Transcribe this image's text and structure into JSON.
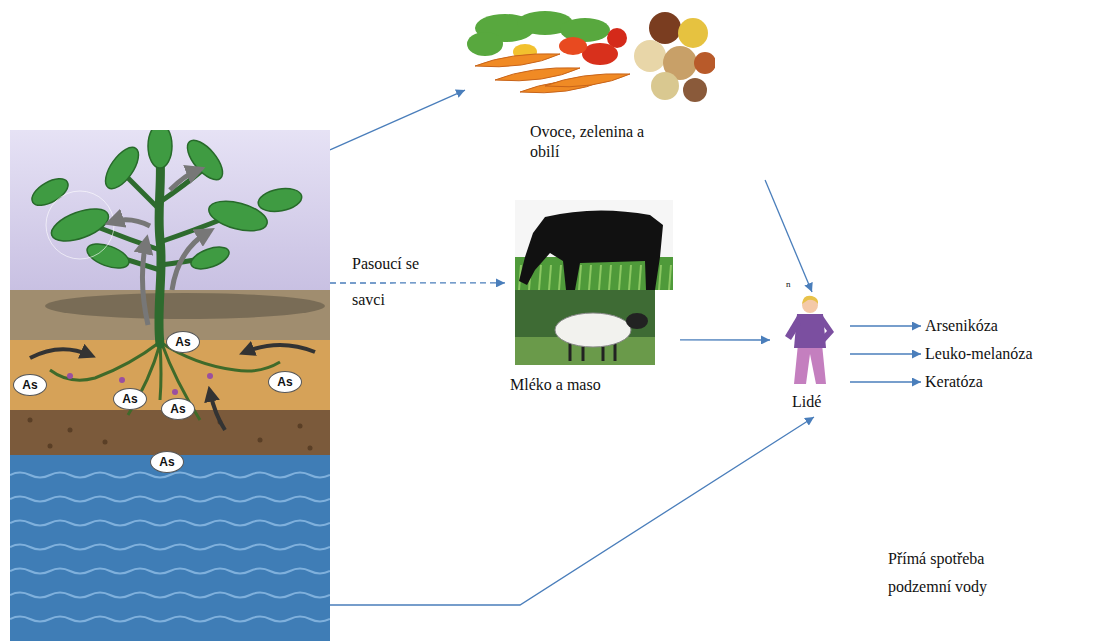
{
  "diagram": {
    "nodes": [
      {
        "text": [
          "As",
          "As",
          "As",
          "As",
          "As",
          "As"
        ]
      },
      {
        "text": [
          "Ovoce, zelenina a obilí"
        ]
      },
      {
        "text": [
          "Mléko a maso"
        ]
      },
      {
        "text": [
          "Lidé"
        ]
      },
      {
        "text": [
          "Arsenikóza"
        ]
      },
      {
        "text": [
          "Leuko-melanóza"
        ]
      },
      {
        "text": [
          "Keratóza"
        ]
      }
    ],
    "edges": [
      {
        "from": 0,
        "to": 1,
        "arrow": "to"
      },
      {
        "from": 1,
        "to": 3,
        "arrow": "to"
      },
      {
        "from": 0,
        "to": 2,
        "label": "Pasoucí se savci",
        "arrow": "to"
      },
      {
        "from": 2,
        "to": 3,
        "arrow": "to"
      },
      {
        "from": 0,
        "to": 3,
        "label": "Přímá spotřeba podzemní vody",
        "arrow": "to"
      },
      {
        "from": 3,
        "to": 4,
        "arrow": "to"
      },
      {
        "from": 3,
        "to": 5,
        "arrow": "to"
      },
      {
        "from": 3,
        "to": 6,
        "arrow": "to"
      }
    ],
    "labels": [
      "n"
    ]
  }
}
